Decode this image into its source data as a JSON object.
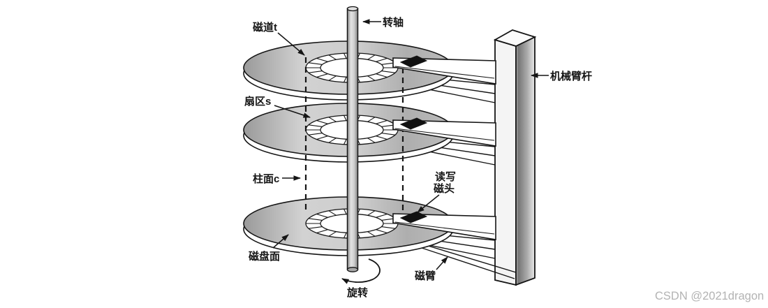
{
  "diagram": {
    "labels": {
      "track": "磁道t",
      "spindle": "转轴",
      "sector": "扇区s",
      "cylinder": "柱面c",
      "read_write_head_line1": "读写",
      "read_write_head_line2": "磁头",
      "actuator_column": "机械臂杆",
      "disk_surface": "磁盘面",
      "rotation": "旋转",
      "actuator_arm": "磁臂"
    },
    "platter_count": 3,
    "colors": {
      "line": "#151515",
      "disk_gray": "#c4c4c4",
      "head_black": "#111111",
      "watermark_gray": "#b3b3b3",
      "background": "#ffffff"
    }
  },
  "watermark": "CSDN @2021dragon"
}
